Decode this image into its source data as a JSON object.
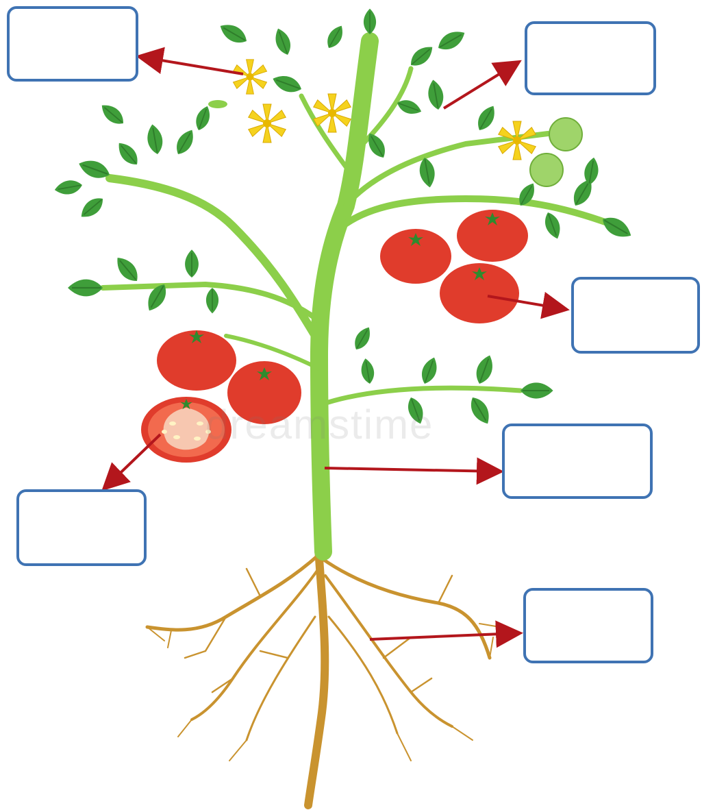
{
  "diagram": {
    "watermark": "dreamstime",
    "colors": {
      "box_border": "#3f73b3",
      "arrow": "#b3161c",
      "stem": "#8ccf4a",
      "leaf": "#3f9e3a",
      "tomato": "#e03c2c",
      "green_tomato": "#9fd46a",
      "flower": "#f5d21e",
      "root": "#c9932f"
    },
    "label_boxes": [
      {
        "id": "flower",
        "text": ""
      },
      {
        "id": "leaf",
        "text": ""
      },
      {
        "id": "fruit",
        "text": ""
      },
      {
        "id": "seed",
        "text": ""
      },
      {
        "id": "stem",
        "text": ""
      },
      {
        "id": "root",
        "text": ""
      }
    ]
  }
}
